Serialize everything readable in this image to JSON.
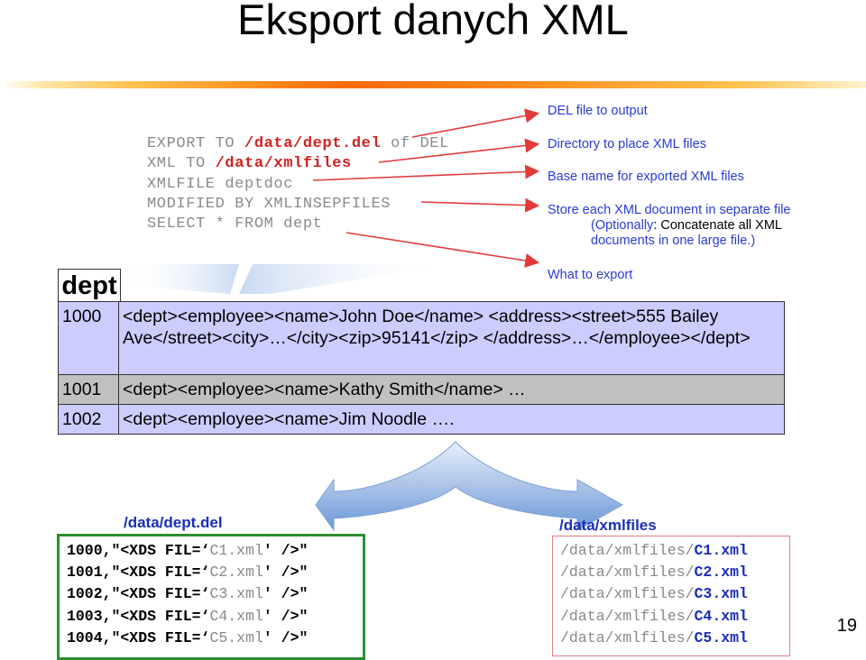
{
  "title": "Eksport danych XML",
  "command": {
    "l1": "EXPORT TO ",
    "l1_path": "/data/dept.del",
    "l1_tail": " of DEL",
    "l2": "XML TO ",
    "l2_path": "/data/xmlfiles",
    "l3": "XMLFILE deptdoc",
    "l4": "MODIFIED BY XMLINSEPFILES",
    "l5": "SELECT * FROM dept"
  },
  "notes": {
    "del_output": "DEL file to output",
    "directory": "Directory to place XML files",
    "base_name": "Base name for exported XML files",
    "store_each": "Store each XML document in separate file",
    "optionally_label": "(Optionally",
    "optionally_text": ": Concatenate all XML",
    "optionally_text2": "documents in one large file.)",
    "what_export": "What to export"
  },
  "dept_table": {
    "title": "dept",
    "rows": [
      {
        "id": "1000",
        "xml": "<dept><employee><name>John Doe</name> <address><street>555 Bailey Ave</street><city>…</city><zip>95141</zip> </address>…</employee></dept>"
      },
      {
        "id": "1001",
        "xml": "<dept><employee><name>Kathy Smith</name> …"
      },
      {
        "id": "1002",
        "xml": "<dept><employee><name>Jim Noodle  …."
      }
    ]
  },
  "left_box": {
    "label": "/data/dept.del",
    "lines": [
      {
        "a": "1000,\"<XDS FIL=‘",
        "b": "C1.xml",
        "c": "' />\""
      },
      {
        "a": "1001,\"<XDS FIL=‘",
        "b": "C2.xml",
        "c": "' />\""
      },
      {
        "a": "1002,\"<XDS FIL=‘",
        "b": "C3.xml",
        "c": "' />\""
      },
      {
        "a": "1003,\"<XDS FIL=‘",
        "b": "C4.xml",
        "c": "' />\""
      },
      {
        "a": "1004,\"<XDS FIL=‘",
        "b": "C5.xml",
        "c": "' />\""
      }
    ]
  },
  "right_box": {
    "label": "/data/xmlfiles",
    "lines": [
      {
        "a": "/data/xmlfiles/",
        "b": "C1.xml"
      },
      {
        "a": "/data/xmlfiles/",
        "b": "C2.xml"
      },
      {
        "a": "/data/xmlfiles/",
        "b": "C3.xml"
      },
      {
        "a": "/data/xmlfiles/",
        "b": "C4.xml"
      },
      {
        "a": "/data/xmlfiles/",
        "b": "C5.xml"
      }
    ]
  },
  "page_number": "19",
  "colors": {
    "note_blue": "#2a3bd6",
    "highlight_red": "#d21f1f",
    "arrow_red": "#e23a3a",
    "row_lavender": "#ccccff",
    "row_gray": "#c0c0c0",
    "box_green": "#2e8f2e"
  }
}
